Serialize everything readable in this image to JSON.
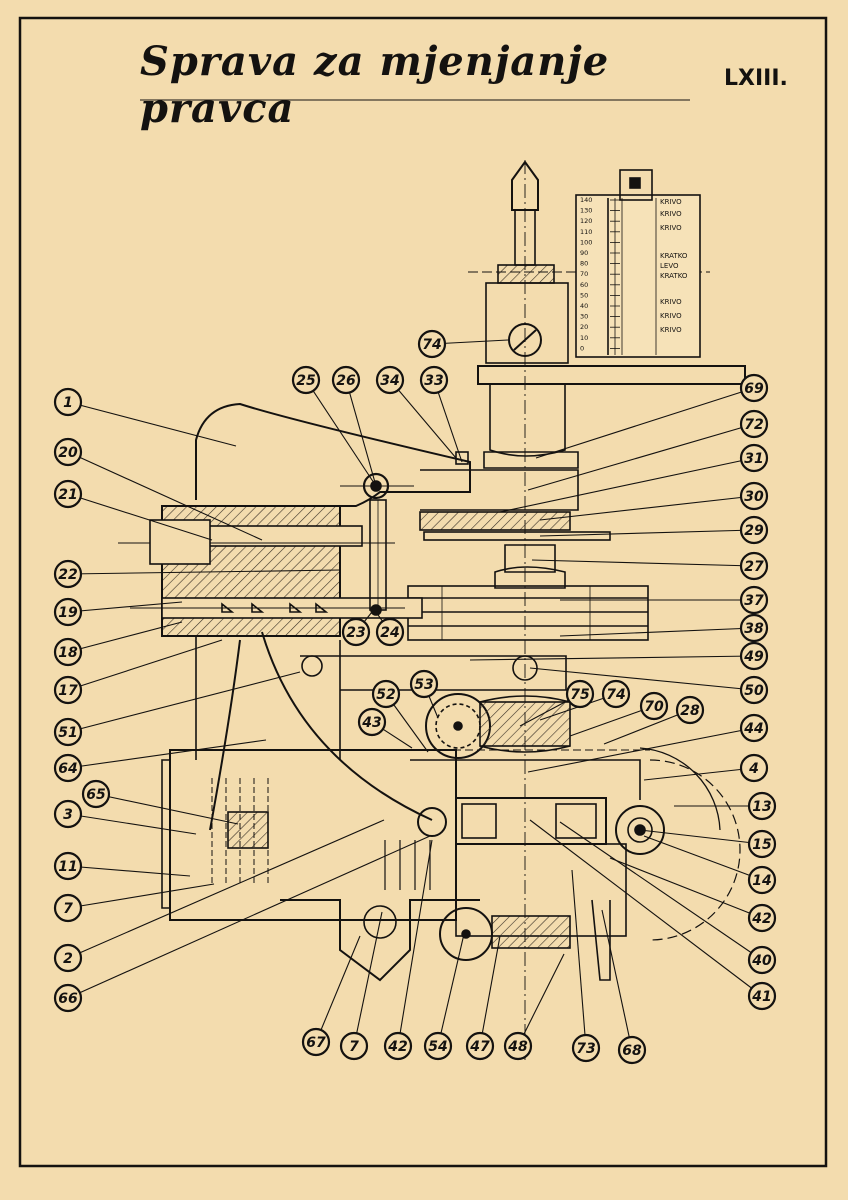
{
  "title": "Sprava za mjenjanje pravca",
  "plate_number": "LXIII.",
  "colors": {
    "paper": "#f3dcae",
    "ink": "#141210",
    "hatch": "#3a3228"
  },
  "scale_numbers": [
    "140",
    "130",
    "120",
    "110",
    "100",
    "90",
    "80",
    "70",
    "60",
    "50",
    "40",
    "30",
    "20",
    "10",
    "0"
  ],
  "scale_labels": [
    "KRIVO",
    "KRIVO",
    "KRIVO",
    "KRATKO",
    "LEVO",
    "KRATKO",
    "KRIVO",
    "KRIVO",
    "KRIVO"
  ],
  "callouts": {
    "left": [
      "1",
      "20",
      "21",
      "22",
      "19",
      "18",
      "17",
      "51",
      "64",
      "65",
      "3",
      "11",
      "7",
      "2",
      "66"
    ],
    "top": [
      "25",
      "26",
      "34",
      "33",
      "74"
    ],
    "right": [
      "69",
      "72",
      "31",
      "30",
      "29",
      "27",
      "37",
      "38",
      "49",
      "50",
      "44",
      "4",
      "13",
      "15",
      "14",
      "42",
      "40",
      "41"
    ],
    "inner": [
      "23",
      "24",
      "52",
      "53",
      "43",
      "75",
      "74",
      "70",
      "28"
    ],
    "bottom": [
      "67",
      "7",
      "42",
      "54",
      "47",
      "48",
      "73",
      "68"
    ]
  }
}
